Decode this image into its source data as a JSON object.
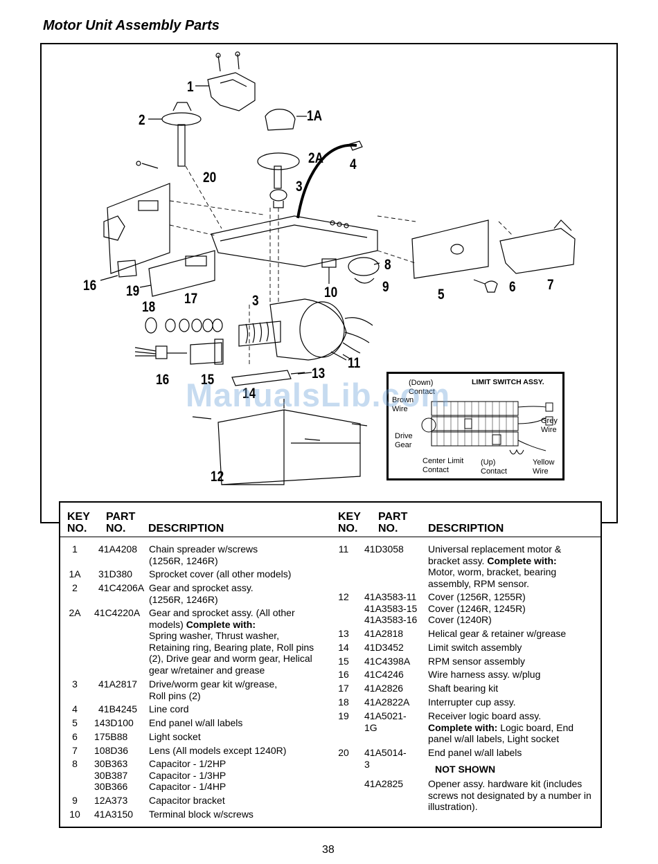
{
  "title": "Motor Unit Assembly Parts",
  "page_number": "38",
  "watermark": "ManualsLib.com",
  "diagram": {
    "callouts": [
      "1",
      "2",
      "1A",
      "2A",
      "4",
      "20",
      "3",
      "16",
      "19",
      "18",
      "17",
      "3",
      "8",
      "9",
      "10",
      "5",
      "6",
      "7",
      "11",
      "16",
      "15",
      "13",
      "14",
      "12"
    ]
  },
  "inset": {
    "title": "LIMIT SWITCH ASSY.",
    "labels": [
      "(Down)\nContact",
      "Brown\nWire",
      "Drive\nGear",
      "Center Limit\nContact",
      "(Up)\nContact",
      "Grey\nWire",
      "Yellow\nWire"
    ]
  },
  "table": {
    "headers": {
      "key_no": "KEY\nNO.",
      "part_no": "PART\nNO.",
      "description": "DESCRIPTION"
    },
    "left_rows": [
      {
        "key": "1",
        "part": "41A4208",
        "desc": "Chain spreader w/screws\n(1256R, 1246R)"
      },
      {
        "key": "1A",
        "part": "31D380",
        "desc": "Sprocket cover (all other models)"
      },
      {
        "key": "2",
        "part": "41C4206A",
        "desc": "Gear and sprocket assy.\n(1256R, 1246R)"
      },
      {
        "key": "2A",
        "part": "41C4220A",
        "desc": "Gear and sprocket assy. (All other models)",
        "bold": "Complete with:",
        "desc2": "Spring washer, Thrust washer, Retaining ring, Bearing plate, Roll pins (2), Drive gear and worm gear, Helical gear w/retainer and grease"
      },
      {
        "key": "3",
        "part": "41A2817",
        "desc": "Drive/worm gear kit w/grease,\nRoll pins (2)"
      },
      {
        "key": "4",
        "part": "41B4245",
        "desc": "Line cord"
      },
      {
        "key": "5",
        "part": "143D100",
        "desc": "End panel w/all labels"
      },
      {
        "key": "6",
        "part": "175B88",
        "desc": "Light socket"
      },
      {
        "key": "7",
        "part": "108D36",
        "desc": "Lens (All models except 1240R)"
      },
      {
        "key": "8",
        "part": "30B363\n30B387\n30B366",
        "desc": "Capacitor - 1/2HP\nCapacitor - 1/3HP\nCapacitor - 1/4HP"
      },
      {
        "key": "9",
        "part": "12A373",
        "desc": "Capacitor bracket"
      },
      {
        "key": "10",
        "part": "41A3150",
        "desc": "Terminal block w/screws"
      }
    ],
    "right_rows": [
      {
        "key": "11",
        "part": "41D3058",
        "desc": "Universal replacement motor & bracket assy.",
        "bold": "Complete with:",
        "desc2": "Motor, worm, bracket, bearing assembly, RPM sensor."
      },
      {
        "key": "12",
        "part": "41A3583-11\n41A3583-15\n41A3583-16",
        "desc": "Cover (1256R, 1255R)\nCover (1246R, 1245R)\nCover (1240R)"
      },
      {
        "key": "13",
        "part": "41A2818",
        "desc": "Helical gear & retainer w/grease"
      },
      {
        "key": "14",
        "part": "41D3452",
        "desc": "Limit switch assembly"
      },
      {
        "key": "15",
        "part": "41C4398A",
        "desc": "RPM sensor assembly"
      },
      {
        "key": "16",
        "part": "41C4246",
        "desc": "Wire harness assy. w/plug"
      },
      {
        "key": "17",
        "part": "41A2826",
        "desc": "Shaft bearing kit"
      },
      {
        "key": "18",
        "part": "41A2822A",
        "desc": "Interrupter cup assy."
      },
      {
        "key": "19",
        "part": "41A5021-1G",
        "desc": "Receiver logic board assy.",
        "bold": "Complete with:",
        "desc2": "Logic board, End panel w/all labels, Light socket"
      },
      {
        "key": "20",
        "part": "41A5014-3",
        "desc": "End panel w/all labels"
      }
    ],
    "not_shown_heading": "NOT SHOWN",
    "not_shown_row": {
      "part": "41A2825",
      "desc": "Opener assy. hardware kit (includes screws not designated by a number in illustration)."
    }
  }
}
